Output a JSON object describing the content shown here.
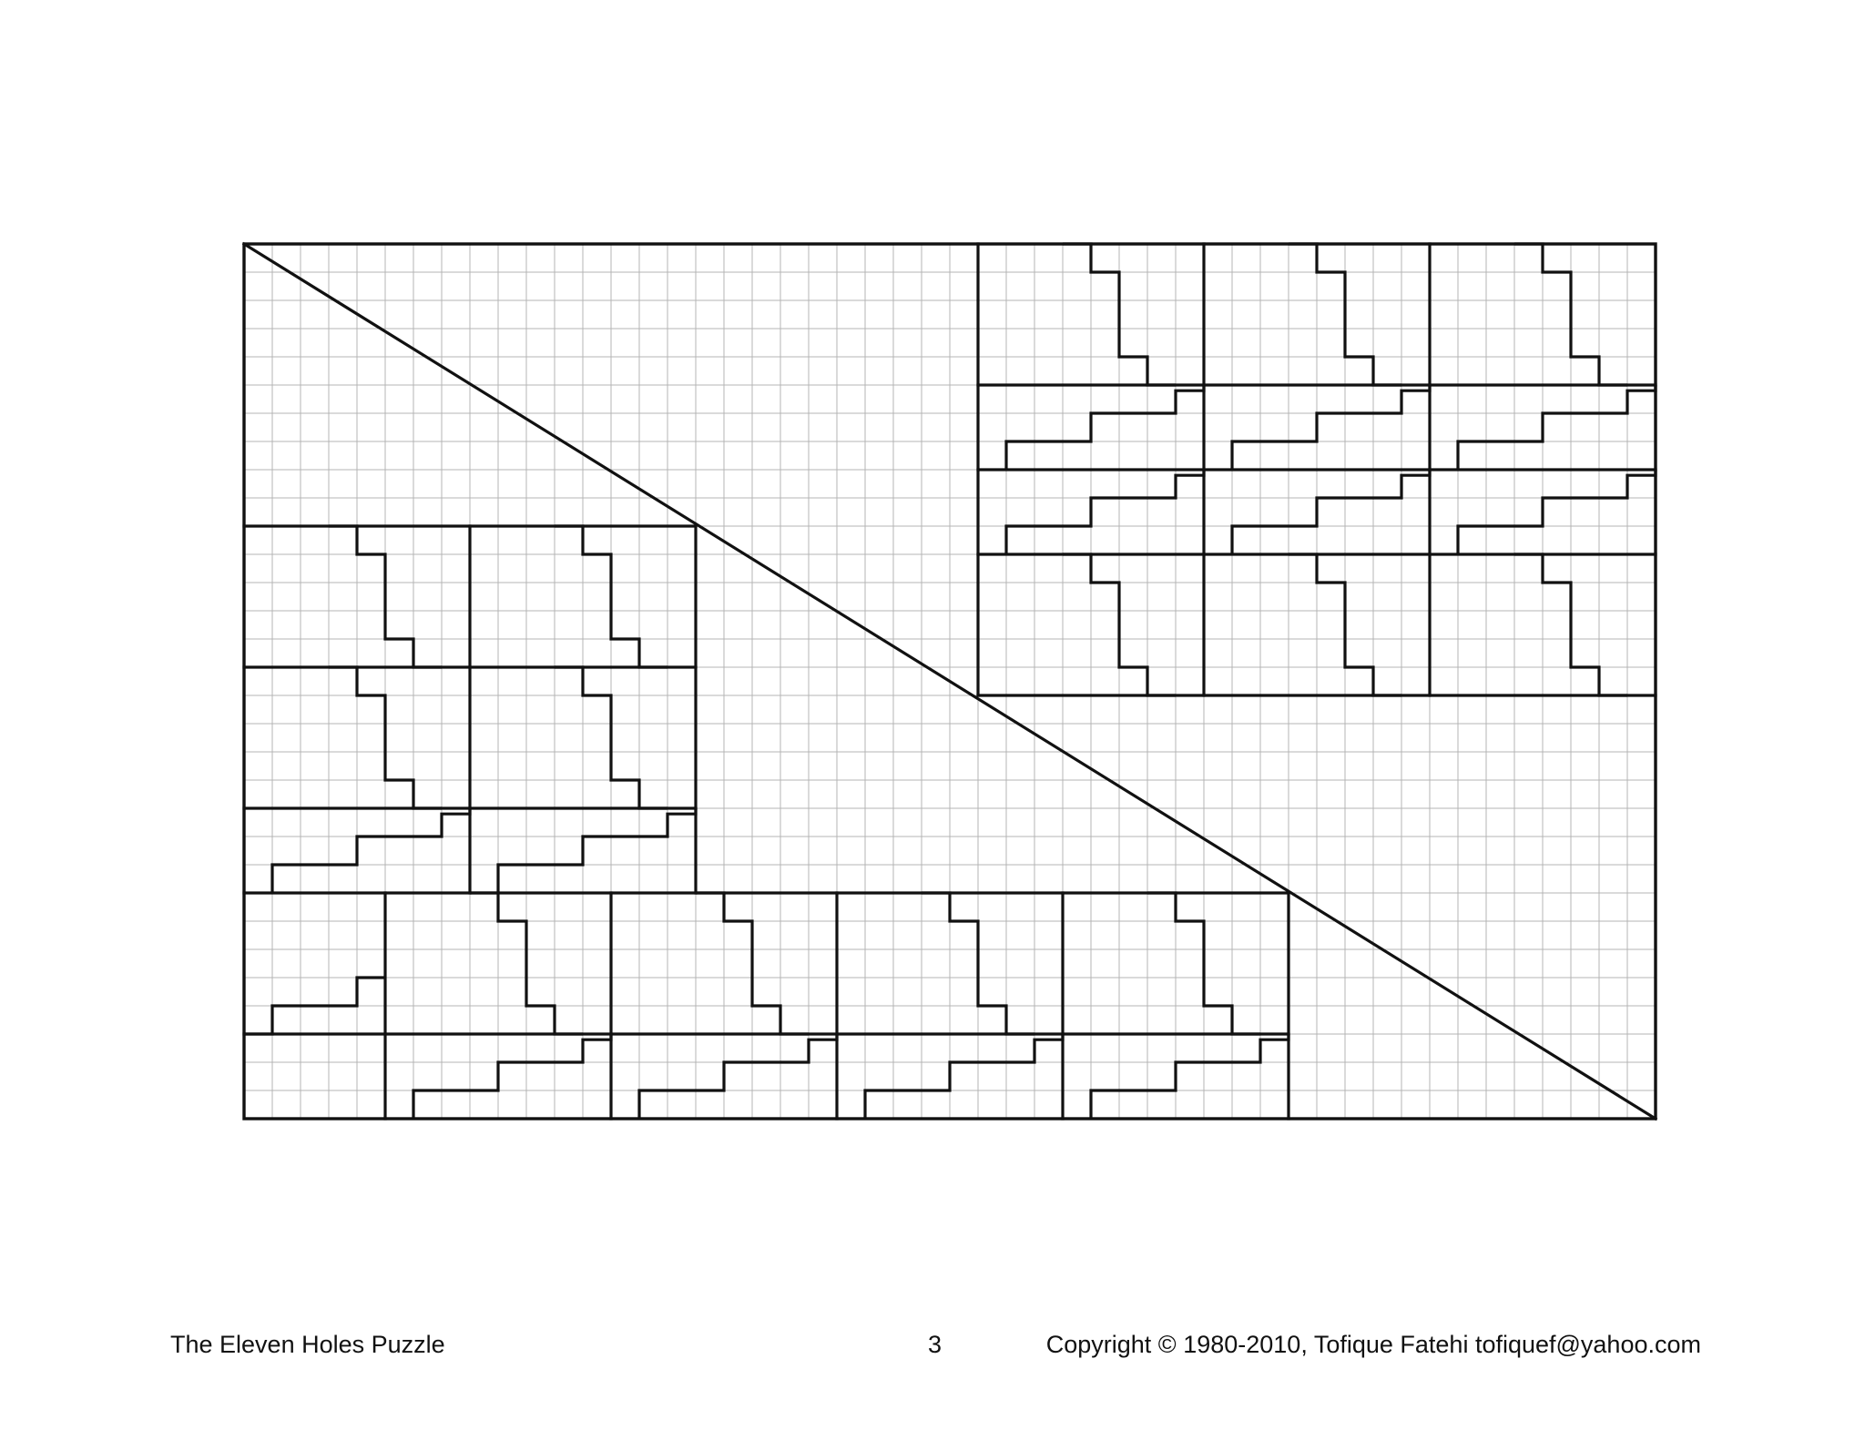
{
  "footer": {
    "title": "The Eleven Holes Puzzle",
    "page_number": "3",
    "copyright": "Copyright © 1980-2010, Tofique Fatehi tofiquef@yahoo.com"
  },
  "figure": {
    "grid_columns": 50,
    "grid_rows": 31,
    "colors": {
      "grid": "#b4b4b4",
      "lines": "#111111",
      "background": "#ffffff"
    }
  }
}
